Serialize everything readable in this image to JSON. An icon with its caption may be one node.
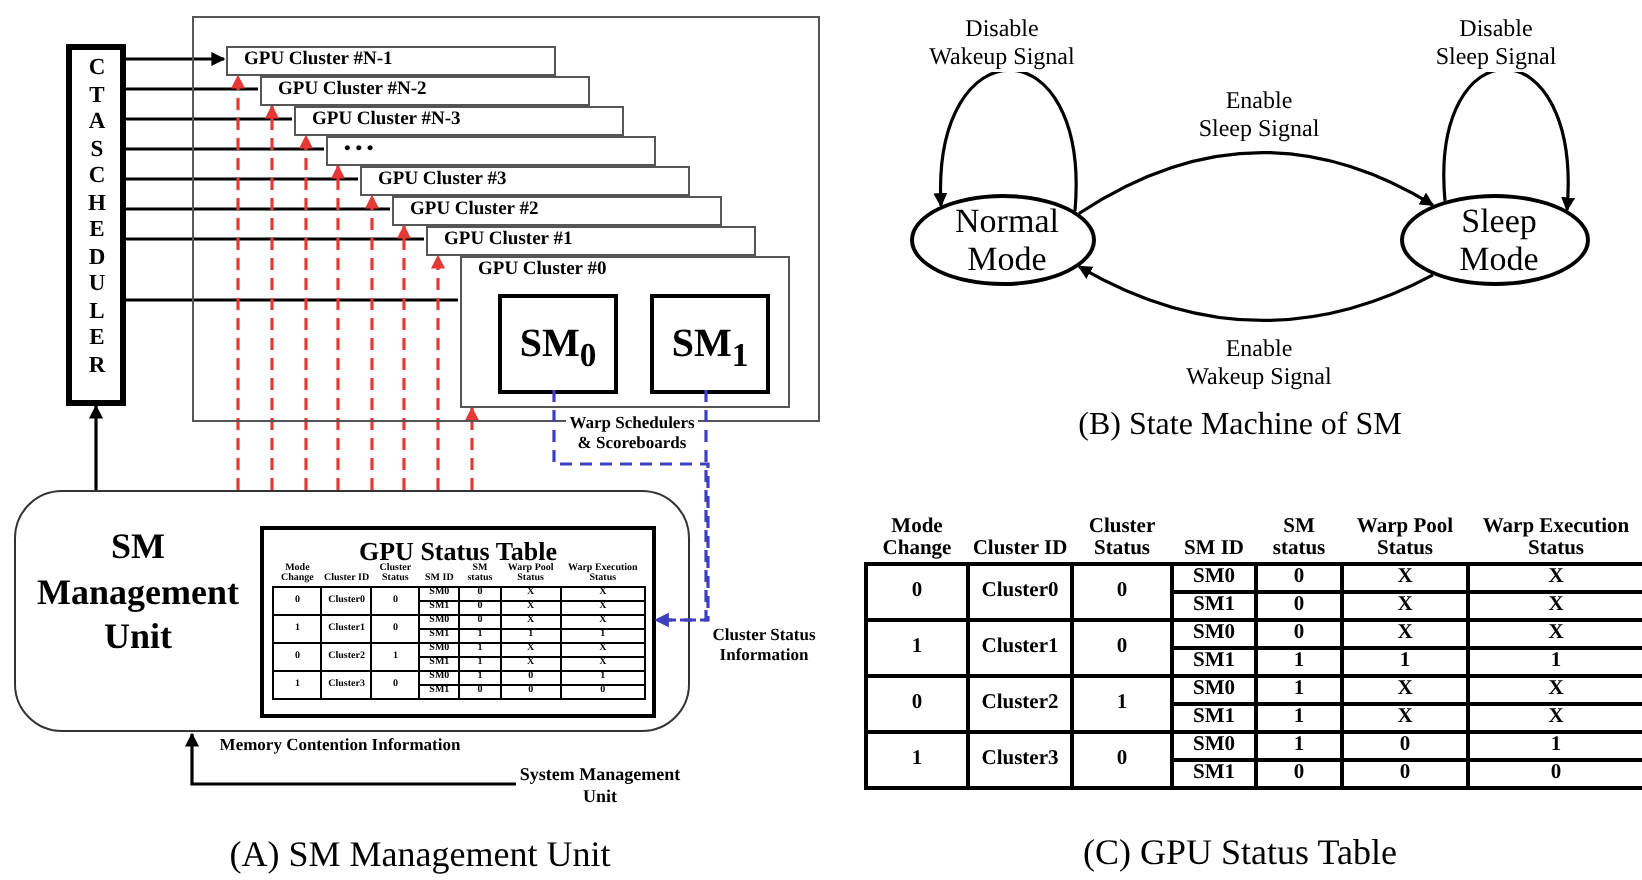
{
  "diagram": {
    "nodes": [
      {
        "text": [
          "CTA SCHEDULER"
        ]
      },
      {
        "text": [],
        "shape": "box"
      },
      {
        "text": [
          "GPU Cluster #N-1"
        ],
        "in": 1
      },
      {
        "text": [
          "GPU Cluster #N-2"
        ],
        "in": 1
      },
      {
        "text": [
          "GPU Cluster #N-3"
        ],
        "in": 1
      },
      {
        "text": [
          "• • •"
        ],
        "in": 1
      },
      {
        "text": [
          "GPU Cluster #3"
        ],
        "in": 1
      },
      {
        "text": [
          "GPU Cluster #2"
        ],
        "in": 1
      },
      {
        "text": [
          "GPU Cluster #1"
        ],
        "in": 1
      },
      {
        "text": [
          "GPU Cluster #0"
        ],
        "in": 1
      },
      {
        "text": [
          "SM$_{0}$"
        ],
        "in": 9
      },
      {
        "text": [
          "SM$_{1}$"
        ],
        "in": 9
      },
      {
        "text": [
          "SM Management Unit"
        ]
      },
      {
        "text": [
          "GPU Status Table"
        ],
        "in": 12
      },
      {
        "text": [
          "System Management Unit"
        ]
      },
      {
        "text": [
          "Normal Mode"
        ]
      },
      {
        "text": [
          "Sleep Mode"
        ]
      }
    ],
    "edges": [
      {
        "from": 12,
        "to": 0,
        "arrow": "to"
      },
      {
        "from": 0,
        "to": 2,
        "arrow": "to"
      },
      {
        "from": 0,
        "to": 3,
        "arrow": "none"
      },
      {
        "from": 0,
        "to": 4,
        "arrow": "none"
      },
      {
        "from": 0,
        "to": 5,
        "arrow": "none"
      },
      {
        "from": 0,
        "to": 6,
        "arrow": "none"
      },
      {
        "from": 0,
        "to": 7,
        "arrow": "none"
      },
      {
        "from": 0,
        "to": 8,
        "arrow": "none"
      },
      {
        "from": 0,
        "to": 9,
        "arrow": "none"
      },
      {
        "from": 12,
        "to": 2,
        "arrow": "to",
        "style": "dashed",
        "color": "#e53935"
      },
      {
        "from": 12,
        "to": 3,
        "arrow": "to",
        "style": "dashed",
        "color": "#e53935"
      },
      {
        "from": 12,
        "to": 4,
        "arrow": "to",
        "style": "dashed",
        "color": "#e53935"
      },
      {
        "from": 12,
        "to": 5,
        "arrow": "to",
        "style": "dashed",
        "color": "#e53935"
      },
      {
        "from": 12,
        "to": 6,
        "arrow": "to",
        "style": "dashed",
        "color": "#e53935"
      },
      {
        "from": 12,
        "to": 7,
        "arrow": "to",
        "style": "dashed",
        "color": "#e53935"
      },
      {
        "from": 12,
        "to": 8,
        "arrow": "to",
        "style": "dashed",
        "color": "#e53935"
      },
      {
        "from": 12,
        "to": 9,
        "arrow": "to",
        "style": "dashed",
        "color": "#e53935"
      },
      {
        "from": 10,
        "to": 13,
        "arrow": "to",
        "style": "dashed",
        "color": "#3f3fbf"
      },
      {
        "from": 11,
        "to": 13,
        "arrow": "to",
        "style": "dashed",
        "color": "#3f3fbf",
        "label": "Cluster Status Information"
      },
      {
        "from": 14,
        "to": 12,
        "arrow": "to",
        "label": "Memory Contention Information"
      },
      {
        "from": 15,
        "to": 15,
        "arrow": "to",
        "label": "Disable Wakeup Signal"
      },
      {
        "from": 15,
        "to": 16,
        "arrow": "to",
        "label": "Enable Sleep Signal"
      },
      {
        "from": 16,
        "to": 15,
        "arrow": "to",
        "label": "Enable Wakeup Signal"
      },
      {
        "from": 16,
        "to": 16,
        "arrow": "to",
        "label": "Disable Sleep Signal"
      }
    ],
    "labels": [
      "Warp Schedulers & Scoreboards",
      "Mode Change",
      "Cluster ID",
      "Cluster Status",
      "SM ID",
      "SM status",
      "Warp Pool Status",
      "Warp Execution Status",
      "0",
      "Cluster0",
      "0",
      "SM0",
      "0",
      "X",
      "X",
      "SM1",
      "0",
      "X",
      "X",
      "1",
      "Cluster1",
      "0",
      "SM0",
      "0",
      "X",
      "X",
      "SM1",
      "1",
      "1",
      "1",
      "0",
      "Cluster2",
      "1",
      "SM0",
      "1",
      "X",
      "X",
      "SM1",
      "1",
      "X",
      "X",
      "1",
      "Cluster3",
      "0",
      "SM0",
      "1",
      "0",
      "1",
      "SM1",
      "0",
      "0",
      "0",
      "(A) SM Management Unit",
      "(B) State Machine of SM",
      "Mode Change",
      "Cluster ID",
      "Cluster Status",
      "SM ID",
      "SM status",
      "Warp Pool Status",
      "Warp Execution Status",
      "0",
      "Cluster0",
      "0",
      "SM0",
      "0",
      "X",
      "X",
      "SM1",
      "0",
      "X",
      "X",
      "1",
      "Cluster1",
      "0",
      "SM0",
      "0",
      "X",
      "X",
      "SM1",
      "1",
      "1",
      "1",
      "0",
      "Cluster2",
      "1",
      "SM0",
      "1",
      "X",
      "X",
      "SM1",
      "1",
      "X",
      "X",
      "1",
      "Cluster3",
      "0",
      "SM0",
      "1",
      "0",
      "1",
      "SM1",
      "0",
      "0",
      "0",
      "(C) GPU Status Table"
    ]
  }
}
